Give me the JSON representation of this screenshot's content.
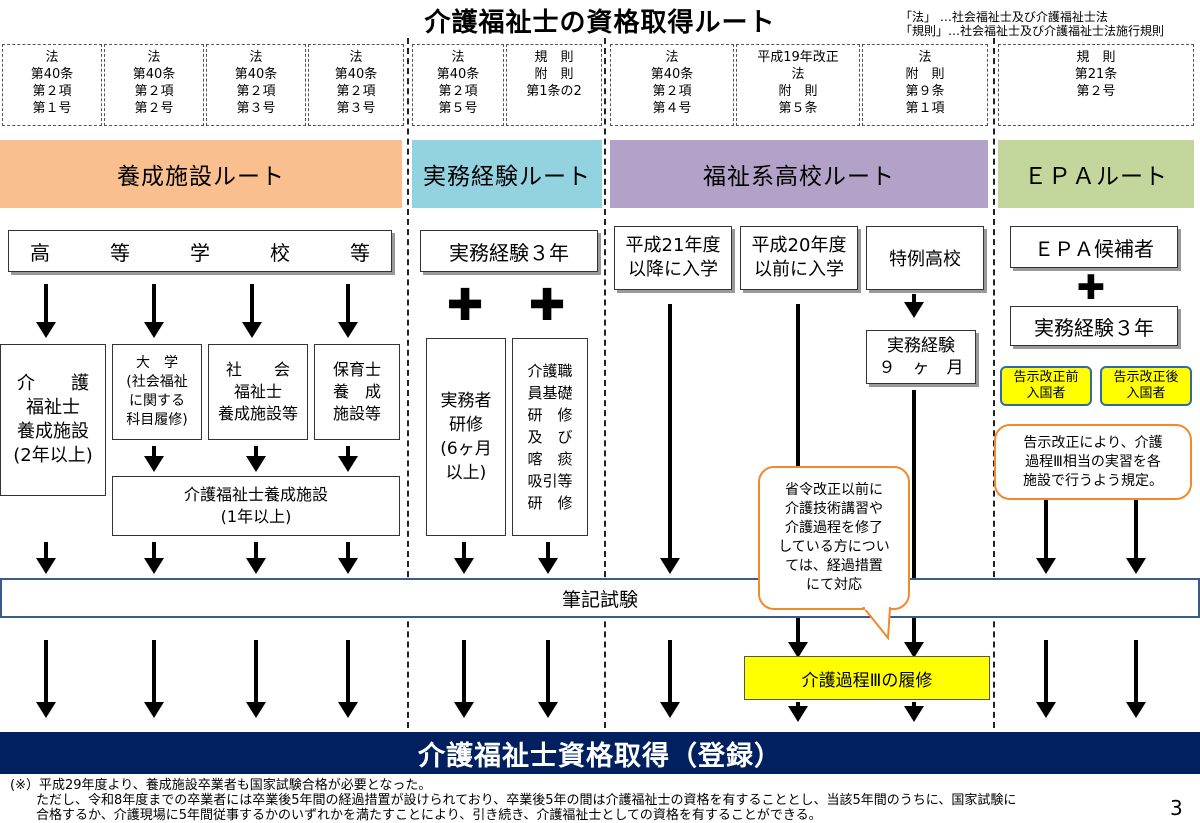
{
  "title": "介護福祉士の資格取得ルート",
  "legend": "「法」 …社会福祉士及び介護福祉士法\n「規則」…社会福祉士及び介護福祉士法施行規則",
  "laws": [
    "法\n第40条\n第２項\n第１号",
    "法\n第40条\n第２項\n第２号",
    "法\n第40条\n第２項\n第３号",
    "法\n第40条\n第２項\n第３号",
    "法\n第40条\n第２項\n第５号",
    "規　則\n附　則\n第1条の2",
    "法\n第40条\n第２項\n第４号",
    "平成19年改正\n法\n附　則\n第５条",
    "法\n附　則\n第９条\n第１項",
    "規　則\n第21条\n第２号"
  ],
  "routes": {
    "yousei": "養成施設ルート",
    "jitsumu": "実務経験ルート",
    "fukushi": "福祉系高校ルート",
    "epa": "ＥＰＡルート"
  },
  "boxes": {
    "koukou": "高　　　等　　　学　　　校　　　等",
    "jitsumu3": "実務経験３年",
    "h21": "平成21年度\n以降に入学",
    "h20": "平成20年度\n以前に入学",
    "tokurei": "特例高校",
    "epa_kouho": "ＥＰＡ候補者",
    "epa_jitsumu": "実務経験３年",
    "kaigo_yousei": "介　　護\n福祉士\n養成施設\n(2年以上)",
    "daigaku": "大　学\n(社会福祉\nに関する\n科目履修)",
    "shakai": "社　　会\n福祉士\n養成施設等",
    "hoikushi": "保育士\n養　成\n施設等",
    "kaigo_1nen": "介護福祉士養成施設\n(1年以上)",
    "jitsumusha": "実務者\n研修\n(6ヶ月\n以上)",
    "kaigoshoku": "介護職\n員基礎\n研　修\n及　び\n喀　痰\n吸引等\n研　修",
    "jitsumu9": "実務経験\n９　ヶ　月",
    "hikki": "筆記試験",
    "katei3": "介護過程Ⅲの履修",
    "shikaku": "介護福祉士資格取得（登録）"
  },
  "epa_before": "告示改正前\n入国者",
  "epa_after": "告示改正後\n入国者",
  "callout_epa": "告示改正により、介護\n過程Ⅲ相当の実習を各\n施設で行うよう規定。",
  "callout_shourei": "省令改正以前に\n介護技術講習や\n介護過程を修了\nしている方につい\nては、経過措置\nにて対応",
  "footnote": "(※）平成29年度より、養成施設卒業者も国家試験合格が必要となった。\n　　ただし、令和8年度までの卒業者には卒業後5年間の経過措置が設けられており、卒業後5年の間は介護福祉士の資格を有することとし、当該5年間のうちに、国家試験に\n　　合格するか、介護現場に5年間従事するかのいずれかを満たすことにより、引き続き、介護福祉士としての資格を有することができる。",
  "page_number": "3",
  "colors": {
    "yousei": "#f9bf8f",
    "jitsumu": "#92d3df",
    "fukushi": "#b3a2c7",
    "epa": "#c3d69b",
    "navy": "#002060",
    "yellow": "#ffff00",
    "orange": "#f08a2a"
  }
}
